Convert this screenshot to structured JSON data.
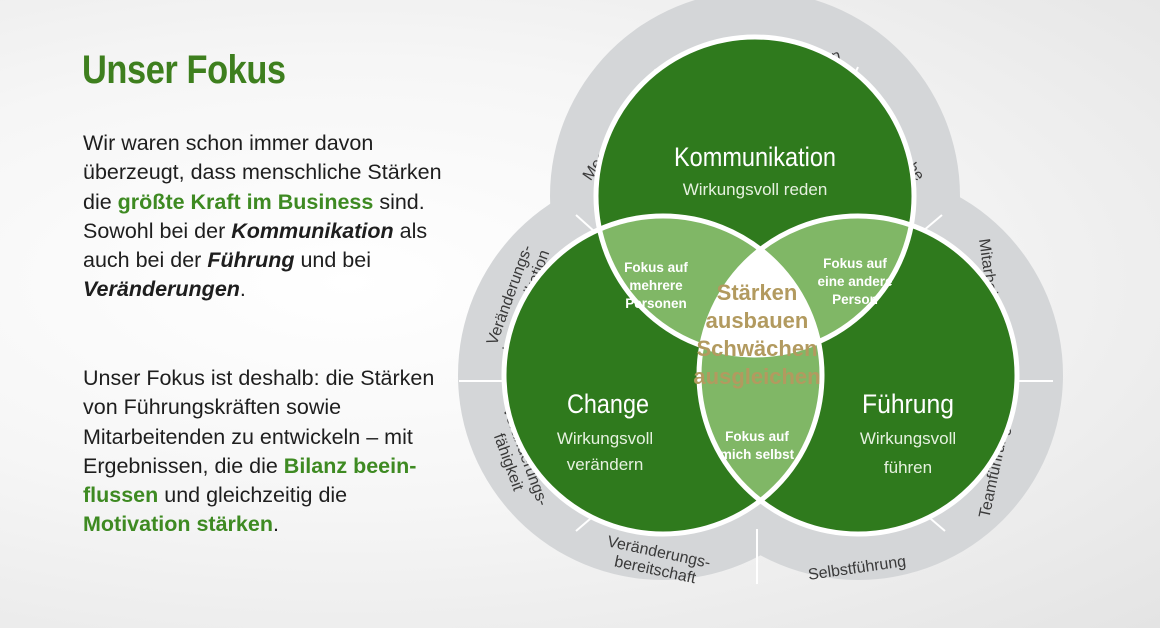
{
  "title": "Unser Fokus",
  "paragraph1": {
    "p1": "Wir waren schon immer davon überzeugt, dass menschliche Stärken die ",
    "h1": "größte Kraft im Business",
    "p2": " sind. Sowohl bei der ",
    "e1": "Kommunikation",
    "p3": " als auch bei der ",
    "e2": "Führung",
    "p4": " und bei ",
    "e3": "Veränderungen",
    "p5": "."
  },
  "paragraph2": {
    "p1": "Unser Fokus ist deshalb: die Stärken von Führungs­kräften sowie Mitarbeitenden zu entwickeln – mit Ergeb­nissen, die die ",
    "h1": "Bilanz beein­flussen",
    "p2": " und gleichzeitig die ",
    "h2": "Motivation stärken",
    "p3": "."
  },
  "diagram": {
    "circles": {
      "top": {
        "title": "Kommunikation",
        "subtitle": [
          "Wirkungsvoll reden"
        ]
      },
      "left": {
        "title": "Change",
        "subtitle": [
          "Wirkungsvoll",
          "verändern"
        ]
      },
      "right": {
        "title": "Führung",
        "subtitle": [
          "Wirkungsvoll",
          "führen"
        ]
      }
    },
    "focus": {
      "left": [
        "Fokus auf",
        "mehrere",
        "Personen"
      ],
      "right": [
        "Fokus auf",
        "eine andere",
        "Person"
      ],
      "bottom": [
        "Fokus auf",
        "mich selbst"
      ]
    },
    "center": [
      "Stärken",
      "ausbauen",
      "Schwächen",
      "ausgleichen"
    ],
    "ring_segments": [
      {
        "lines": [
          "Rhetorik & Präsentation"
        ]
      },
      {
        "lines": [
          "Gespräche"
        ]
      },
      {
        "lines": [
          "Mitarbeiterführung"
        ]
      },
      {
        "lines": [
          "Teamführung"
        ]
      },
      {
        "lines": [
          "Selbstführung"
        ]
      },
      {
        "lines": [
          "Veränderungs-",
          "bereitschaft"
        ]
      },
      {
        "lines": [
          "Veränderungs-",
          "fähigkeit"
        ]
      },
      {
        "lines": [
          "Veränderungs-",
          "kommunikation"
        ]
      },
      {
        "lines": [
          "Meetings"
        ]
      }
    ],
    "colors": {
      "ring": "#d4d6d8",
      "circle": "#2f7a1d",
      "lens": "#80b766",
      "center": "#ffffff",
      "outline": "#ffffff",
      "center_text": "#b29a5f"
    }
  }
}
